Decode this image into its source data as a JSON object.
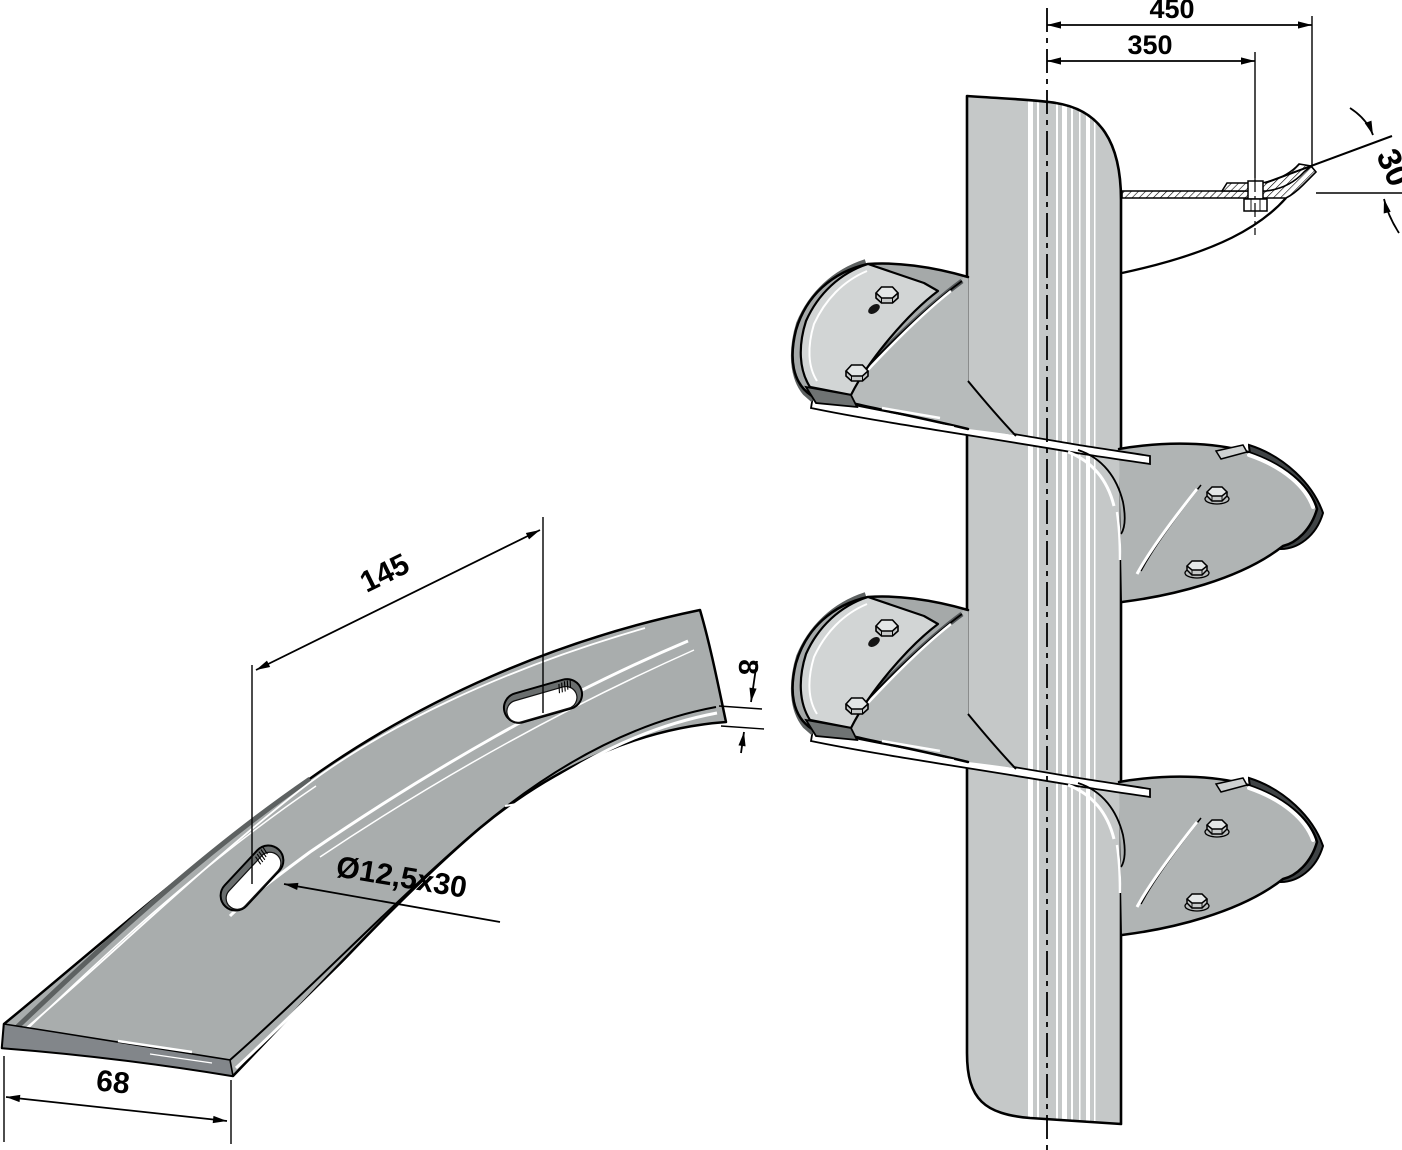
{
  "assembly_view": {
    "dim_450": "450",
    "dim_350": "350",
    "dim_angle": "30°"
  },
  "segment_view": {
    "dim_145": "145",
    "dim_slot": "Ø12,5x30",
    "dim_8": "8",
    "dim_68": "68"
  },
  "colors": {
    "background": "#ffffff",
    "outline": "#000000",
    "tube": "#c5c8c8",
    "flight": "#b0b4b4",
    "flight_shade": "#a5a9a9",
    "segment_plate": "#d2d5d5",
    "segment_dark": "#3f4345"
  }
}
